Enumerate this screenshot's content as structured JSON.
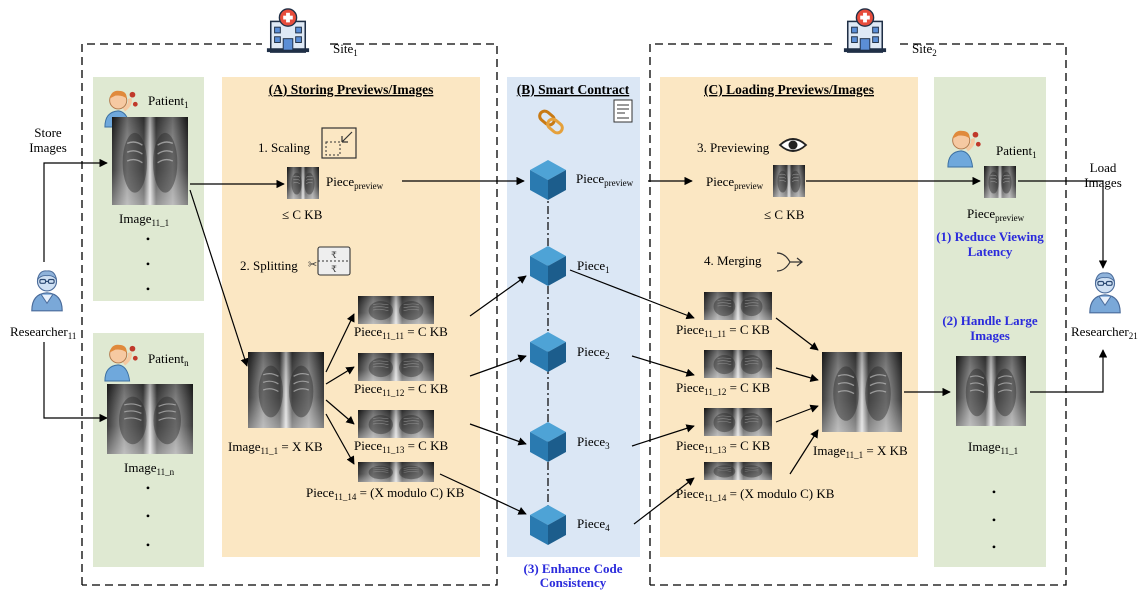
{
  "colors": {
    "green_panel": "#dfe9d2",
    "orange_panel": "#fbe7c3",
    "contract_panel": "#dbe7f5",
    "highlight_text": "#2b2bdc",
    "cube": "#2a7ab0"
  },
  "sites": [
    {
      "base": "Site",
      "sub": "1"
    },
    {
      "base": "Site",
      "sub": "2"
    }
  ],
  "sections": {
    "a": "(A) Storing Previews/Images",
    "b": "(B) Smart Contract",
    "c": "(C) Loading Previews/Images"
  },
  "left_flow": {
    "store_images": [
      "Store",
      "Images"
    ],
    "researcher": {
      "base": "Researcher",
      "sub": "11"
    },
    "patient_top": {
      "base": "Patient",
      "sub": "1"
    },
    "patient_bottom": {
      "base": "Patient",
      "sub": "n"
    },
    "image_top": {
      "base": "Image",
      "sub": "11_1"
    },
    "image_bottom": {
      "base": "Image",
      "sub": "11_n"
    },
    "ellipsis": "•"
  },
  "storing": {
    "step_scaling": "1. Scaling",
    "step_splitting": "2. Splitting",
    "preview_label": {
      "base": "Piece",
      "sub": "preview"
    },
    "preview_size": "≤ C KB",
    "image_label": {
      "base": "Image",
      "sub": "11_1",
      "suffix": " = X KB"
    },
    "pieces": [
      {
        "base": "Piece",
        "sub": "11_11",
        "suffix": " = C KB"
      },
      {
        "base": "Piece",
        "sub": "11_12",
        "suffix": " = C KB"
      },
      {
        "base": "Piece",
        "sub": "11_13",
        "suffix": " = C KB"
      },
      {
        "base": "Piece",
        "sub": "11_14",
        "suffix": " = (X modulo C) KB"
      }
    ]
  },
  "contract": {
    "pieces": [
      {
        "base": "Piece",
        "sub": "preview"
      },
      {
        "base": "Piece",
        "sub": "1"
      },
      {
        "base": "Piece",
        "sub": "2"
      },
      {
        "base": "Piece",
        "sub": "3"
      },
      {
        "base": "Piece",
        "sub": "4"
      }
    ],
    "benefit": [
      "(3) Enhance Code",
      "Consistency"
    ]
  },
  "loading": {
    "step_previewing": "3. Previewing",
    "step_merging": "4. Merging",
    "preview_label": {
      "base": "Piece",
      "sub": "preview"
    },
    "preview_size": "≤ C KB",
    "pieces": [
      {
        "base": "Piece",
        "sub": "11_11",
        "suffix": " = C KB"
      },
      {
        "base": "Piece",
        "sub": "11_12",
        "suffix": " = C KB"
      },
      {
        "base": "Piece",
        "sub": "11_13",
        "suffix": " = C KB"
      },
      {
        "base": "Piece",
        "sub": "11_14",
        "suffix": " = (X modulo C) KB"
      }
    ],
    "image_label": {
      "base": "Image",
      "sub": "11_1",
      "suffix": " = X KB"
    }
  },
  "right_flow": {
    "patient": {
      "base": "Patient",
      "sub": "1"
    },
    "preview_label": {
      "base": "Piece",
      "sub": "preview"
    },
    "benefit1": [
      "(1) Reduce Viewing",
      "Latency"
    ],
    "benefit2": [
      "(2) Handle Large",
      "Images"
    ],
    "image_label": {
      "base": "Image",
      "sub": "11_1"
    },
    "load_images": [
      "Load",
      "Images"
    ],
    "researcher": {
      "base": "Researcher",
      "sub": "21"
    }
  }
}
